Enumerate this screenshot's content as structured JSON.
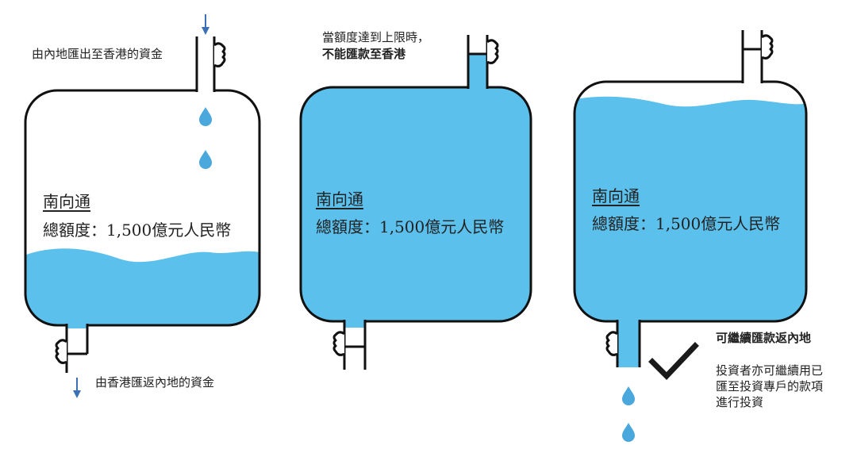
{
  "left_panel": {
    "inflow_caption": "由內地匯出至香港的資金",
    "outflow_caption": "由香港匯返內地的資金",
    "title": "南向通",
    "quota_label": "總額度：",
    "quota_value": "1,500",
    "quota_unit": "億元人民幣"
  },
  "middle_panel": {
    "caption_line1": "當額度達到上限時，",
    "caption_line2": "不能匯款至香港",
    "title": "南向通",
    "quota_label": "總額度：",
    "quota_value": "1,500",
    "quota_unit": "億元人民幣"
  },
  "right_panel": {
    "title": "南向通",
    "quota_label": "總額度：",
    "quota_value": "1,500",
    "quota_unit": "億元人民幣",
    "note_heading": "可繼續匯款返內地",
    "note_line1": "投資者亦可繼續用已",
    "note_line2": "匯至投資專戶的款項",
    "note_line3": "進行投資"
  },
  "colors": {
    "water": "#5bc0ec",
    "drop": "#4aa8dd",
    "arrow": "#3b6fb6",
    "outline": "#111111"
  },
  "icons": [
    "arrow-down-icon",
    "faucet-icon",
    "water-drop-icon",
    "checkmark-icon"
  ]
}
